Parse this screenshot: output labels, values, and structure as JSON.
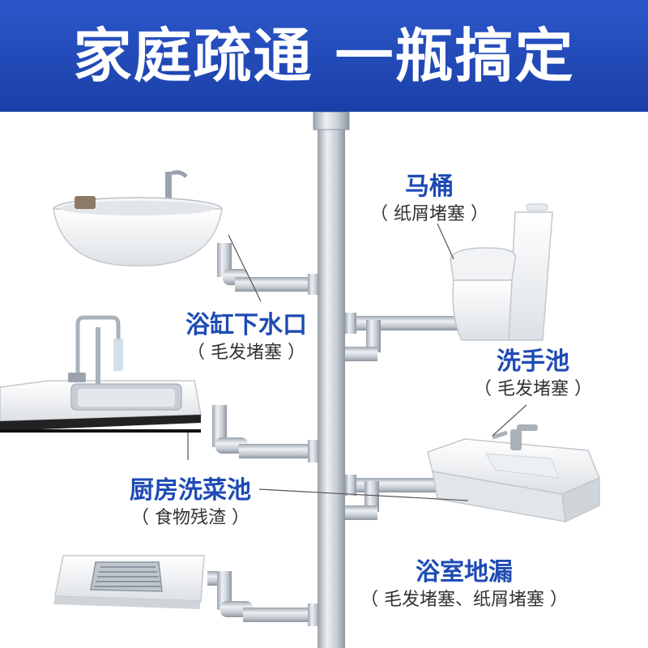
{
  "banner": {
    "title": "家庭疏通 一瓶搞定"
  },
  "fixtures": {
    "bathtub": {
      "name": "浴缸下水口",
      "note": "（ 毛发堵塞 ）"
    },
    "toilet": {
      "name": "马桶",
      "note": "（ 纸屑堵塞 ）"
    },
    "basin": {
      "name": "洗手池",
      "note": "（ 毛发堵塞 ）"
    },
    "kitchen_sink": {
      "name": "厨房洗菜池",
      "note": "（ 食物残渣 ）"
    },
    "floor_drain": {
      "name": "浴室地漏",
      "note": "（ 毛发堵塞、纸屑堵塞 ）"
    }
  },
  "colors": {
    "banner": "#1a3fa8",
    "label_name": "#1e4bb4",
    "label_note": "#333333",
    "pipe": "#c7cfd8"
  }
}
